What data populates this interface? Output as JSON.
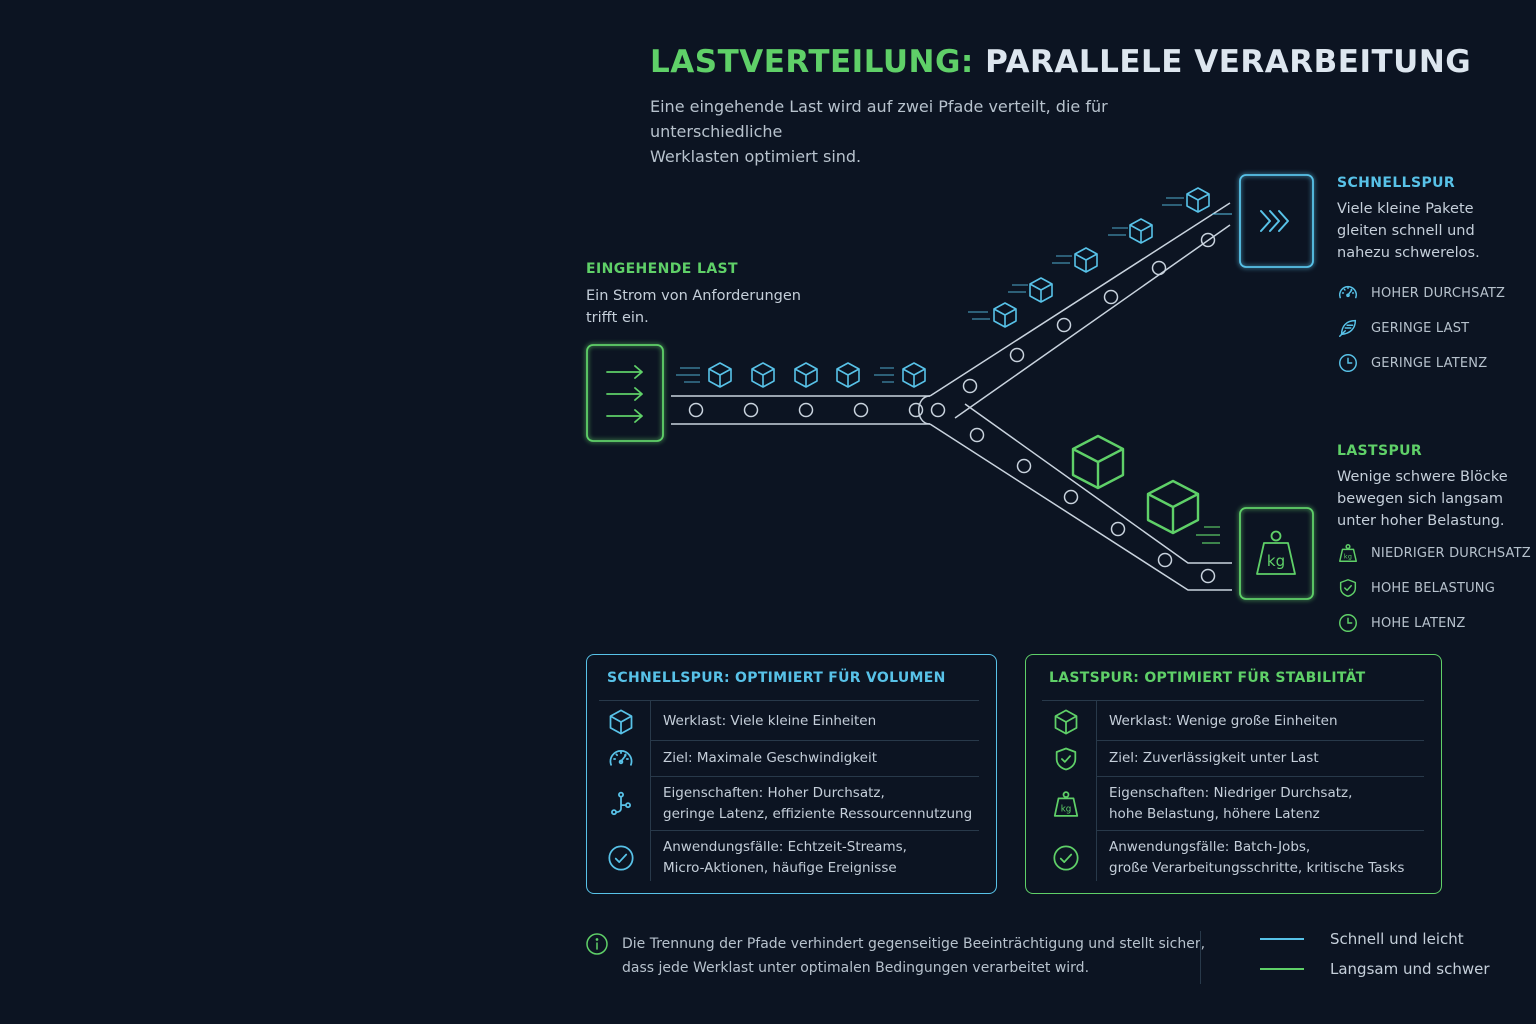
{
  "header": {
    "title_part1": "LASTVERTEILUNG:",
    "title_part2": "PARALLELE VERARBEITUNG",
    "subtitle_line1": "Eine eingehende Last wird auf zwei Pfade verteilt, die für unterschiedliche",
    "subtitle_line2": "Werklasten optimiert sind."
  },
  "incoming": {
    "heading": "EINGEHENDE LAST",
    "text_line1": "Ein Strom von Anforderungen",
    "text_line2": "trifft ein."
  },
  "fast_lane": {
    "heading": "SCHNELLSPUR",
    "text_line1": "Viele kleine Pakete",
    "text_line2": "gleiten schnell und",
    "text_line3": "nahezu schwerelos.",
    "metrics": [
      "HOHER DURCHSATZ",
      "GERINGE LAST",
      "GERINGE LATENZ"
    ]
  },
  "heavy_lane": {
    "heading": "LASTSPUR",
    "text_line1": "Wenige schwere Blöcke",
    "text_line2": "bewegen sich langsam",
    "text_line3": "unter hoher Belastung.",
    "metrics": [
      "NIEDRIGER DURCHSATZ",
      "HOHE BELASTUNG",
      "HOHE LATENZ"
    ],
    "weight_label": "kg"
  },
  "fast_card": {
    "title": "SCHNELLSPUR: OPTIMIERT FÜR VOLUMEN",
    "rows": [
      {
        "line1": "Werklast: Viele kleine Einheiten",
        "line2": ""
      },
      {
        "line1": "Ziel: Maximale Geschwindigkeit",
        "line2": ""
      },
      {
        "line1": "Eigenschaften: Hoher Durchsatz,",
        "line2": "geringe Latenz, effiziente Ressourcennutzung"
      },
      {
        "line1": "Anwendungsfälle: Echtzeit-Streams,",
        "line2": "Micro-Aktionen, häufige Ereignisse"
      }
    ]
  },
  "heavy_card": {
    "title": "LASTSPUR: OPTIMIERT FÜR STABILITÄT",
    "rows": [
      {
        "line1": "Werklast: Wenige große Einheiten",
        "line2": ""
      },
      {
        "line1": "Ziel: Zuverlässigkeit unter Last",
        "line2": ""
      },
      {
        "line1": "Eigenschaften: Niedriger Durchsatz,",
        "line2": "hohe Belastung, höhere Latenz"
      },
      {
        "line1": "Anwendungsfälle: Batch-Jobs,",
        "line2": "große Verarbeitungsschritte, kritische Tasks"
      }
    ]
  },
  "footer": {
    "note_line1": "Die Trennung der Pfade verhindert gegenseitige Beeinträchtigung und stellt sicher,",
    "note_line2": "dass jede Werklast unter optimalen Bedingungen verarbeitet wird.",
    "legend": [
      {
        "label": "Schnell und leicht",
        "color": "#58c2e8"
      },
      {
        "label": "Langsam und schwer",
        "color": "#5fd068"
      }
    ]
  },
  "colors": {
    "background": "#0c1422",
    "fast": "#58c2e8",
    "heavy": "#5fd068",
    "conveyor": "#c9d3de"
  }
}
